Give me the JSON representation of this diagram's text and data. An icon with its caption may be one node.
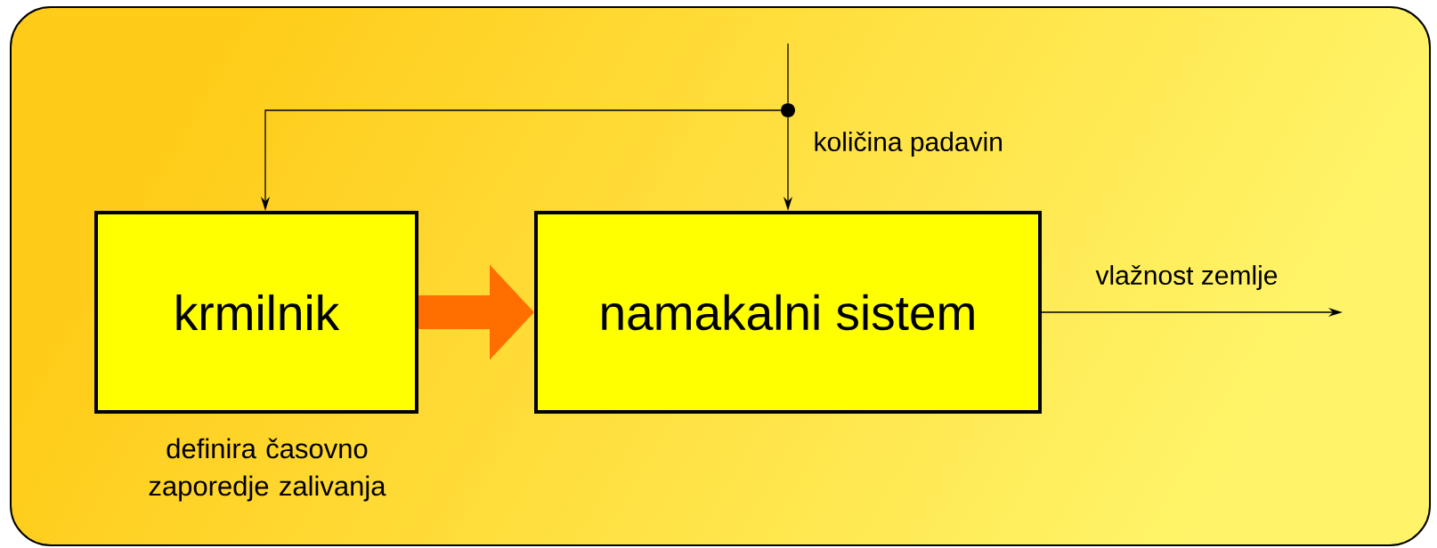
{
  "diagram": {
    "nodes": [
      {
        "text": [
          "krmilnik"
        ],
        "beside": [
          "definira časovno zaporedje zalivanja"
        ]
      },
      {
        "text": [
          "namakalni sistem"
        ]
      },
      {
        "text": [],
        "shape": "circle"
      }
    ],
    "edges": [
      {
        "from": null,
        "to": 2,
        "arrow": "none"
      },
      {
        "from": 2,
        "to": 1,
        "arrow": "to",
        "label": "količina padavin"
      },
      {
        "from": 2,
        "to": 0,
        "arrow": "to"
      },
      {
        "from": 0,
        "to": 1,
        "arrow": "to",
        "style": "thick",
        "color": "#ff6f00"
      },
      {
        "from": 1,
        "to": null,
        "arrow": "to",
        "label": "vlažnost zemlje"
      }
    ]
  }
}
